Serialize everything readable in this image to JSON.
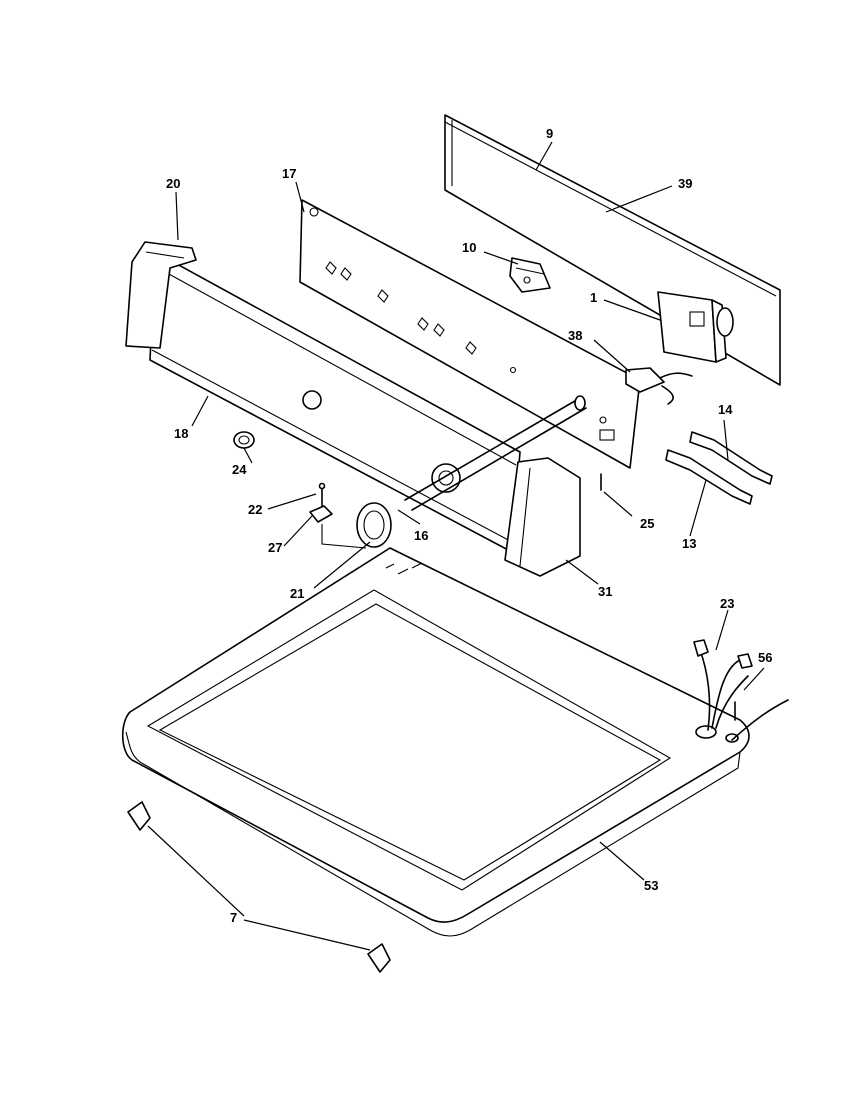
{
  "labels": {
    "p1": "1",
    "p7": "7",
    "p9": "9",
    "p10": "10",
    "p13": "13",
    "p14": "14",
    "p16": "16",
    "p17": "17",
    "p18": "18",
    "p20": "20",
    "p21": "21",
    "p22": "22",
    "p23": "23",
    "p24": "24",
    "p25": "25",
    "p27": "27",
    "p31": "31",
    "p38": "38",
    "p39": "39",
    "p53": "53",
    "p56": "56"
  }
}
